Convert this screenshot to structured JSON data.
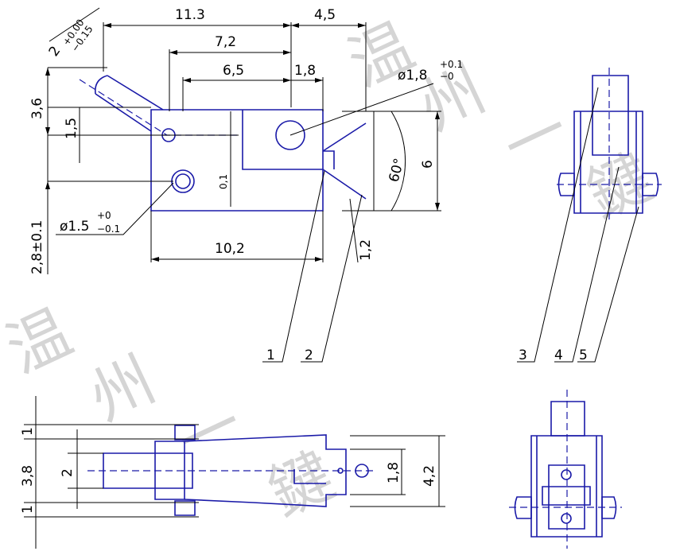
{
  "watermark": [
    "温",
    "州",
    "一",
    "鍵"
  ],
  "dimensions": {
    "top_11_3": "11.3",
    "top_4_5": "4,5",
    "top_7_2": "7,2",
    "top_6_5": "6,5",
    "top_1_8": "1,8",
    "hole_1_8": "ø1,8",
    "hole_1_8_tol_plus": "+0.1",
    "hole_1_8_tol_minus": "−0",
    "slant_2": "2",
    "slant_2_tol_plus": "+0.00",
    "slant_2_tol_minus": "−0.15",
    "left_3_6": "3,6",
    "left_1_5": "1,5",
    "left_2_8": "2,8±0.1",
    "inner_0_1": "0,1",
    "right_6": "6",
    "angle_60": "60°",
    "hole_1_5": "ø1.5",
    "hole_1_5_tol_plus": "+0",
    "hole_1_5_tol_minus": "−0.1",
    "bottom_10_2": "10,2",
    "bottom_1_2": "1,2",
    "bl_1_top": "1",
    "bl_3_8": "3,8",
    "bl_2": "2",
    "bl_1_bottom": "1",
    "br_1_8": "1,8",
    "br_4_2": "4,2"
  },
  "callouts": [
    "1",
    "2",
    "3",
    "4",
    "5"
  ]
}
